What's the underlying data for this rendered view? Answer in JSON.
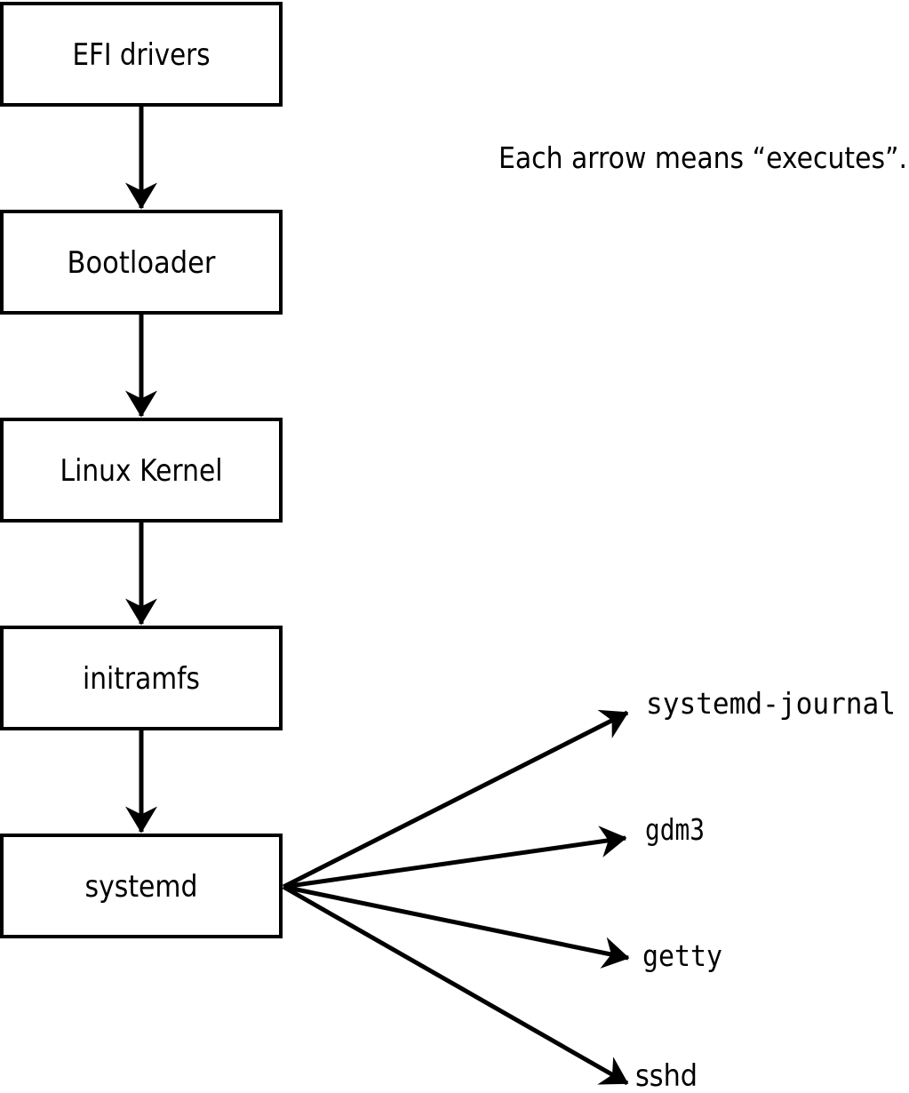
{
  "note": {
    "text": "Each arrow means “executes”."
  },
  "boot_chain": [
    {
      "label": "EFI drivers"
    },
    {
      "label": "Bootloader"
    },
    {
      "label": "Linux Kernel"
    },
    {
      "label": "initramfs"
    },
    {
      "label": "systemd"
    }
  ],
  "spawned_processes": [
    {
      "label": "systemd-journal"
    },
    {
      "label": "gdm3"
    },
    {
      "label": "getty"
    },
    {
      "label": "sshd"
    }
  ],
  "colors": {
    "line": "#000000",
    "text": "#000000",
    "box_fill": "#ffffff",
    "background": "#ffffff"
  }
}
